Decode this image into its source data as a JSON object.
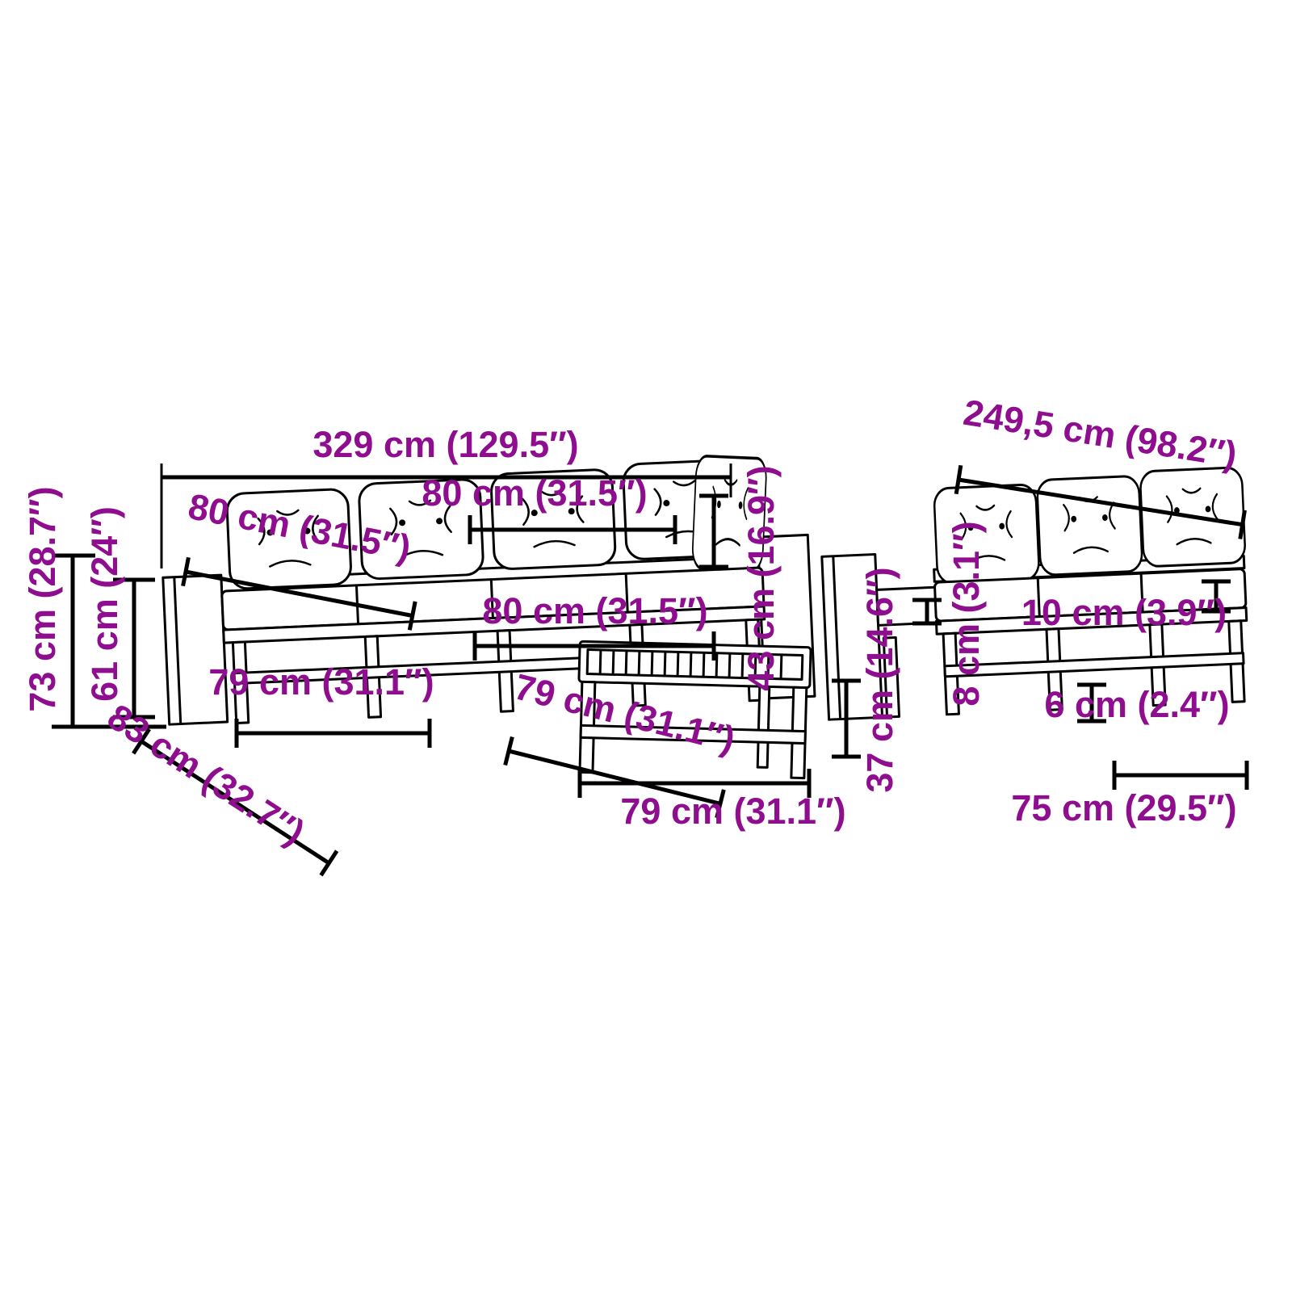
{
  "diagram": {
    "background": "#ffffff",
    "line_color": "#000000",
    "label_color": "#8F0E8F"
  },
  "dims": {
    "d329": "329 cm (129.5″)",
    "d2495": "249,5 cm (98.2″)",
    "d73": "73 cm (28.7″)",
    "d61": "61 cm (24″)",
    "d80_back": "80 cm (31.5″)",
    "d80_top": "80 cm (31.5″)",
    "d80_seat": "80 cm (31.5″)",
    "d79_left": "79 cm (31.1″)",
    "d79_diag": "79 cm (31.1″)",
    "d79_bottom": "79 cm (31.1″)",
    "d83": "83 cm (32.7″)",
    "d43": "43 cm (16.9″)",
    "d37": "37 cm (14.6″)",
    "d8": "8 cm (3.1″)",
    "d10": "10 cm (3.9″)",
    "d6": "6 cm (2.4″)",
    "d75": "75 cm (29.5″)"
  }
}
